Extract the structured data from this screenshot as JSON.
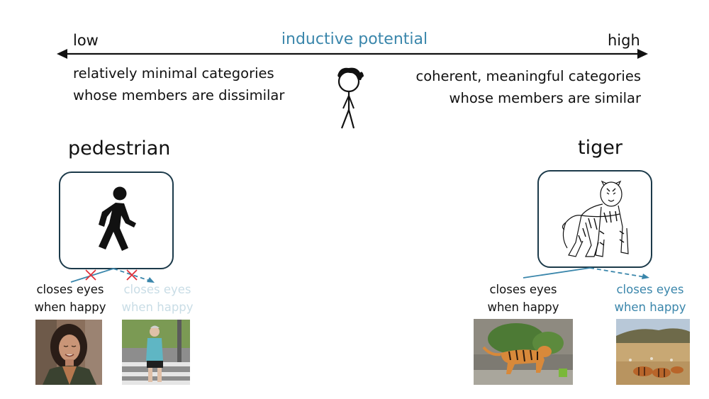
{
  "scale": {
    "low_label": "low",
    "high_label": "high",
    "title": "inductive potential",
    "title_color": "#3a86ab"
  },
  "left": {
    "description_line1": "relatively minimal categories",
    "description_line2": "whose members are dissimilar",
    "category": "pedestrian",
    "icon": "walking-person-icon",
    "members": [
      {
        "label_line1": "closes eyes",
        "label_line2": "when happy",
        "photo": "smiling woman with closed eyes",
        "state": "source"
      },
      {
        "label_line1": "closes eyes",
        "label_line2": "when happy",
        "photo": "woman crossing street",
        "state": "blocked"
      }
    ],
    "block_marks": [
      "cross-mark-icon",
      "cross-mark-icon"
    ],
    "mark_color": "#e0303a"
  },
  "right": {
    "description_line1": "coherent, meaningful categories",
    "description_line2": "whose members are similar",
    "category": "tiger",
    "icon": "tiger-sketch-icon",
    "members": [
      {
        "label_line1": "closes eyes",
        "label_line2": "when happy",
        "photo": "tiger walking by rocks",
        "state": "source"
      },
      {
        "label_line1": "closes eyes",
        "label_line2": "when happy",
        "photo": "tigers on savanna",
        "state": "inferred"
      }
    ]
  },
  "figure": {
    "icon": "stick-figure-icon"
  },
  "colors": {
    "arrow": "#3a86ab",
    "faded_text": "#c9dde6",
    "box_border": "#1c3a4a"
  }
}
